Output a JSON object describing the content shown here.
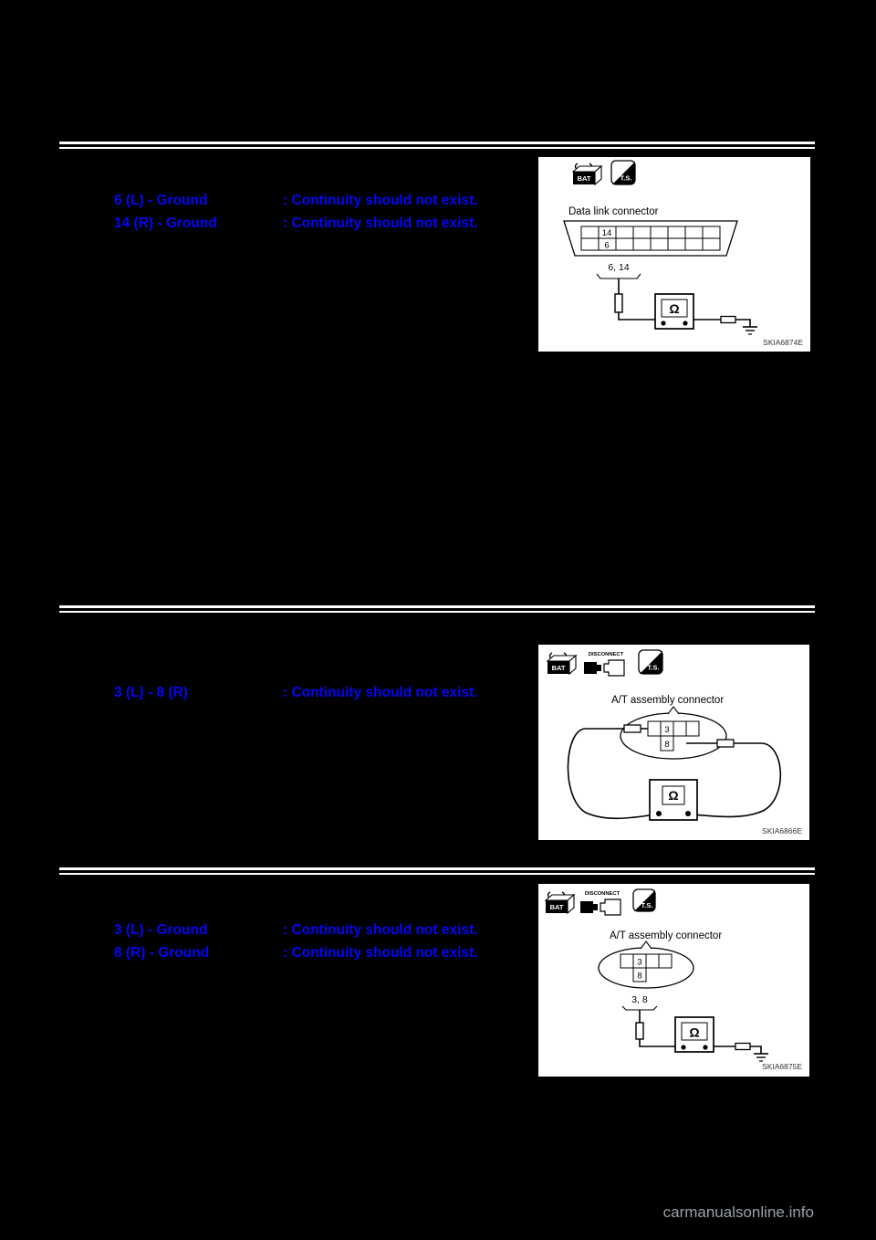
{
  "colors": {
    "background": "#000000",
    "rule": "#ffffff",
    "check_text": "#0505f5",
    "figure_background": "#ffffff",
    "watermark": "#98a0a6"
  },
  "icon_labels": {
    "battery": "BAT",
    "test_switch": "T.S.",
    "disconnect": "DISCONNECT",
    "ohmmeter": "Ω"
  },
  "sections": [
    {
      "checks": [
        {
          "terminals": "6 (L) - Ground",
          "result": ": Continuity should not exist."
        },
        {
          "terminals": "14 (R) - Ground",
          "result": ": Continuity should not exist."
        }
      ],
      "figure": {
        "caption": "Data link connector",
        "pin_top": "14",
        "pin_bottom": "6",
        "pins_label": "6, 14",
        "code": "SKIA6874E"
      }
    },
    {
      "checks": [
        {
          "terminals": "3 (L) - 8 (R)",
          "result": ": Continuity should not exist."
        }
      ],
      "figure": {
        "caption": "A/T assembly connector",
        "pin_top": "3",
        "pin_bottom": "8",
        "code": "SKIA6866E"
      }
    },
    {
      "checks": [
        {
          "terminals": "3 (L) - Ground",
          "result": ": Continuity should not exist."
        },
        {
          "terminals": "8 (R) - Ground",
          "result": ": Continuity should not exist."
        }
      ],
      "figure": {
        "caption": "A/T assembly connector",
        "pin_top": "3",
        "pin_bottom": "8",
        "pins_label": "3, 8",
        "code": "SKIA6875E"
      }
    }
  ],
  "watermark": "carmanualsonline.info"
}
